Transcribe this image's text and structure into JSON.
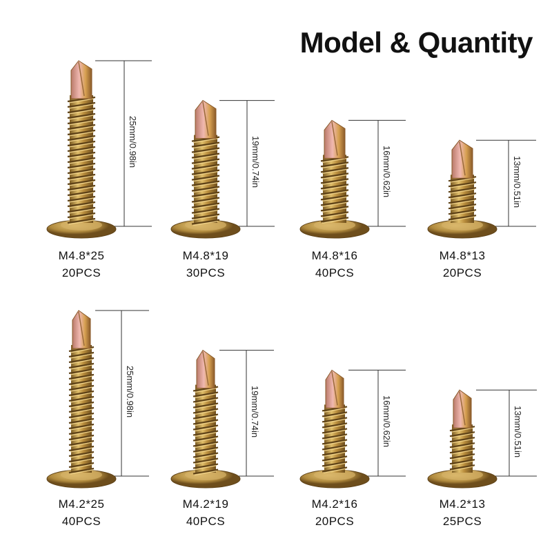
{
  "title": "Model & Quantity",
  "colors": {
    "gold": "#c9a14a",
    "dark": "#7a5a22",
    "pink": "#d89a9a",
    "line": "#333333"
  },
  "items": [
    {
      "model": "M4.8*25",
      "qty": "20PCS",
      "dim": "25mm/0.98in",
      "length_mm": 25
    },
    {
      "model": "M4.8*19",
      "qty": "30PCS",
      "dim": "19mm/0.74in",
      "length_mm": 19
    },
    {
      "model": "M4.8*16",
      "qty": "40PCS",
      "dim": "16mm/0.62in",
      "length_mm": 16
    },
    {
      "model": "M4.8*13",
      "qty": "20PCS",
      "dim": "13mm/0.51in",
      "length_mm": 13
    },
    {
      "model": "M4.2*25",
      "qty": "40PCS",
      "dim": "25mm/0.98in",
      "length_mm": 25
    },
    {
      "model": "M4.2*19",
      "qty": "40PCS",
      "dim": "19mm/0.74in",
      "length_mm": 19
    },
    {
      "model": "M4.2*16",
      "qty": "20PCS",
      "dim": "16mm/0.62in",
      "length_mm": 16
    },
    {
      "model": "M4.2*13",
      "qty": "25PCS",
      "dim": "13mm/0.51in",
      "length_mm": 13
    }
  ]
}
